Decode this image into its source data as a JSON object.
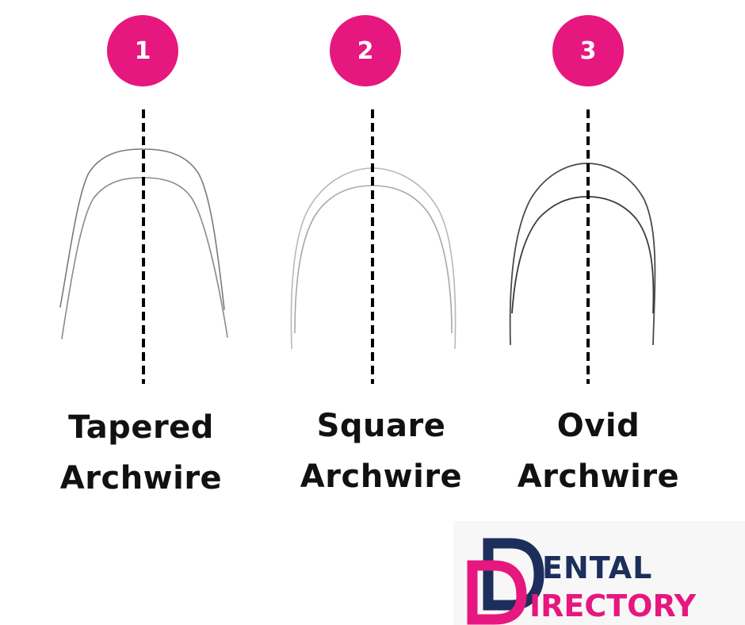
{
  "colors": {
    "accent": "#e6177f",
    "navy": "#1c2f5c",
    "wire": "#888888",
    "wire_dark": "#444444",
    "text": "#111111"
  },
  "items": [
    {
      "number": "1",
      "line1": "Tapered",
      "line2": "Archwire"
    },
    {
      "number": "2",
      "line1": "Square",
      "line2": "Archwire"
    },
    {
      "number": "3",
      "line1": "Ovid",
      "line2": "Archwire"
    }
  ],
  "logo": {
    "line1": "ENTAL",
    "line2": "IRECTORY",
    "initial": "D"
  }
}
